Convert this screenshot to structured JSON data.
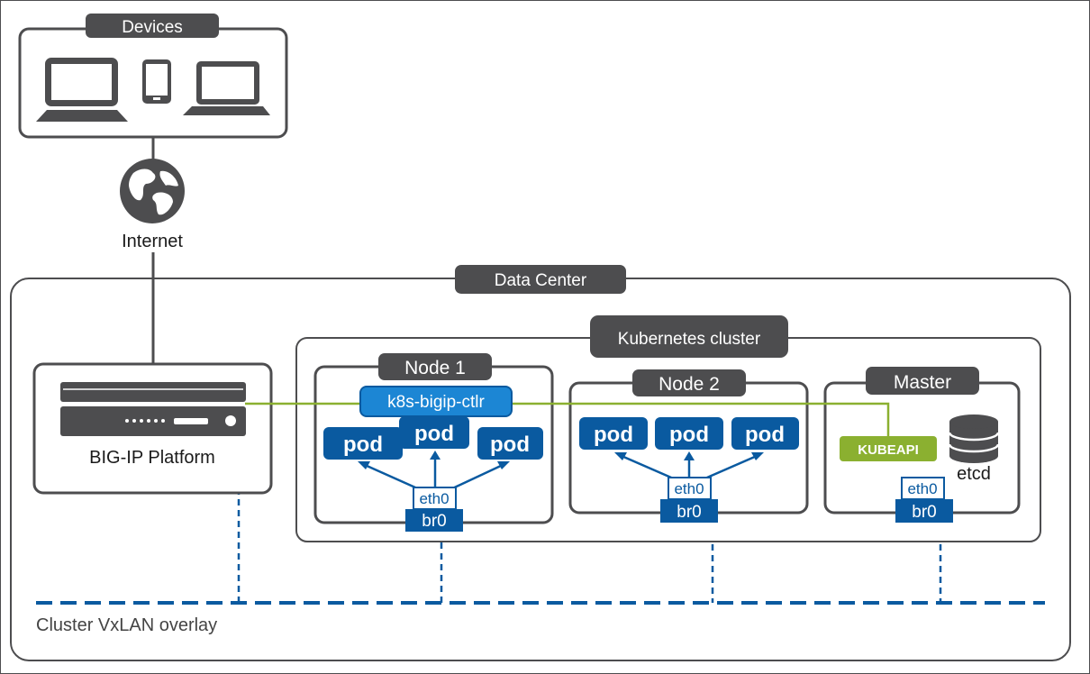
{
  "labels": {
    "devices": "Devices",
    "internet": "Internet",
    "data_center": "Data Center",
    "kubernetes_cluster": "Kubernetes cluster",
    "big_ip": "BIG-IP Platform",
    "node1": "Node 1",
    "node2": "Node 2",
    "master": "Master",
    "controller": "k8s-bigip-ctlr",
    "kubeapi": "KUBEAPI",
    "etcd": "etcd",
    "eth0": "eth0",
    "br0": "br0",
    "pod": "pod",
    "overlay": "Cluster VxLAN overlay"
  },
  "colors": {
    "dark_gray": "#4d4d4f",
    "blue": "#0a5aa0",
    "bright_blue": "#1c86d4",
    "green": "#8bb030"
  },
  "icons": [
    "desktop-icon",
    "phone-icon",
    "laptop-icon",
    "globe-icon",
    "server-icon",
    "database-icon"
  ]
}
